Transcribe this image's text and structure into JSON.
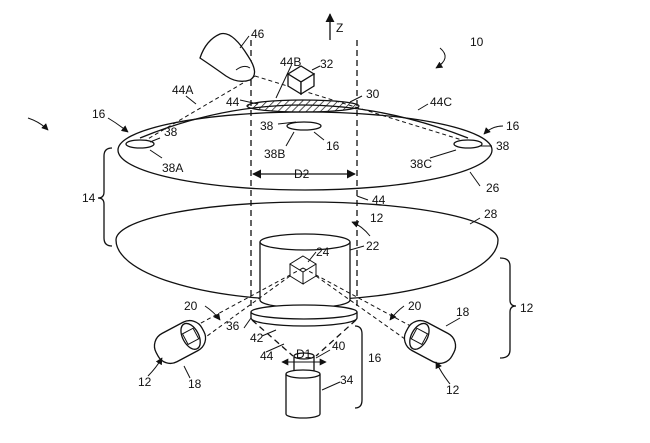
{
  "colors": {
    "line": "#111111",
    "background": "#ffffff",
    "hatch": "#111111"
  },
  "labels": {
    "axis_z": "Z",
    "l10": "10",
    "l46": "46",
    "l44B": "44B",
    "l32": "32",
    "l30": "30",
    "l44A": "44A",
    "l44_top": "44",
    "l44C": "44C",
    "l16_left": "16",
    "l16_right": "16",
    "l38_left": "38",
    "l38_center": "38",
    "l38_right": "38",
    "l38A": "38A",
    "l38B": "38B",
    "l16_center": "16",
    "l38C": "38C",
    "l14": "14",
    "lD2": "D2",
    "l26": "26",
    "l44_mid": "44",
    "l12_center": "12",
    "l28": "28",
    "l24": "24",
    "l22": "22",
    "l20_left": "20",
    "l20_right": "20",
    "l18_right": "18",
    "l36": "36",
    "l42": "42",
    "l12_right": "12",
    "l44_low": "44",
    "lD1": "D1",
    "l40": "40",
    "l16_bottom": "16",
    "l12_left": "12",
    "l18_left": "18",
    "l34": "34",
    "l12_lower_right": "12"
  }
}
